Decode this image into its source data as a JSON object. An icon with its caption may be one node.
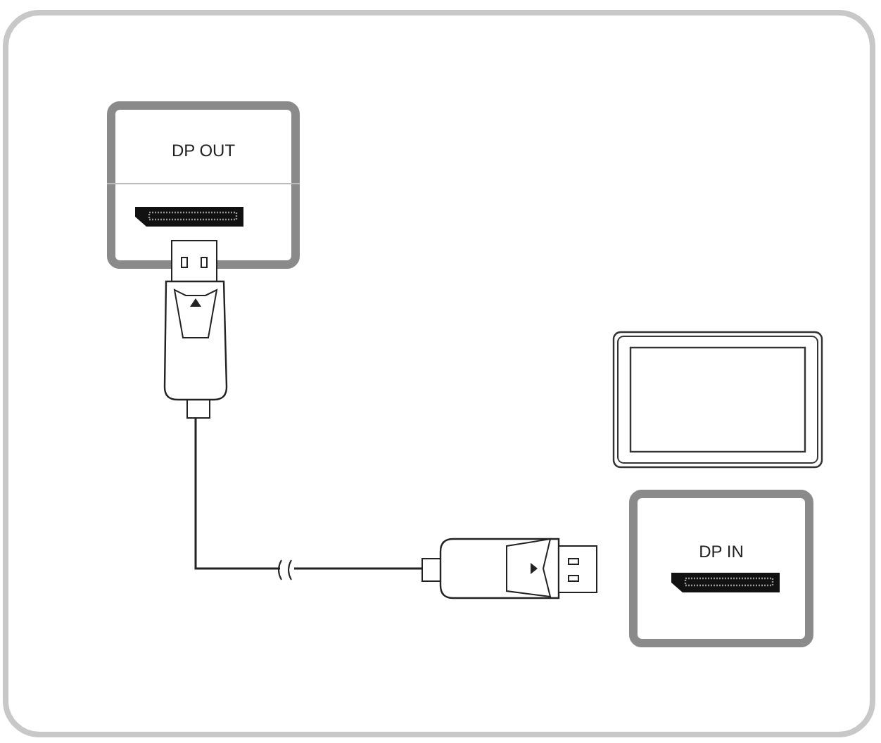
{
  "diagram": {
    "nodes": [
      {
        "text": [
          "DP OUT"
        ]
      },
      {
        "text": [
          "DP IN"
        ]
      },
      {
        "text": [],
        "shape": "plug"
      },
      {
        "text": [],
        "shape": "plug"
      }
    ],
    "edges": [
      {
        "from": 2,
        "to": 3,
        "arrow": "none"
      }
    ]
  }
}
